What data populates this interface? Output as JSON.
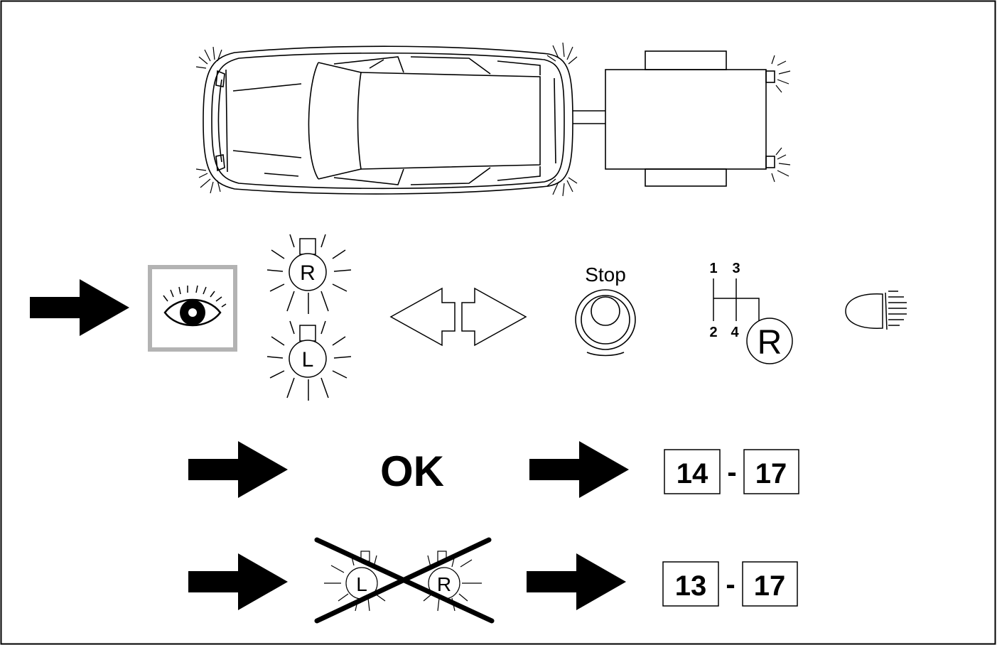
{
  "colors": {
    "ink": "#000000",
    "paper": "#ffffff",
    "eye_frame": "#b3b3b3"
  },
  "indicators": {
    "right_lamp_letter": "R",
    "left_lamp_letter": "L",
    "stop_label": "Stop"
  },
  "gear_pattern": {
    "top_left": "1",
    "top_right": "3",
    "bottom_left": "2",
    "bottom_right": "4",
    "reverse": "R"
  },
  "ok_row": {
    "result_text": "OK",
    "step_from": "14",
    "separator": "-",
    "step_to": "17"
  },
  "fail_row": {
    "left_lamp_letter": "L",
    "right_lamp_letter": "R",
    "step_from": "13",
    "separator": "-",
    "step_to": "17"
  },
  "icons": [
    "car-with-trailer-icon",
    "eye-check-icon",
    "turn-signal-arrows-icon",
    "stop-lamp-icon",
    "gear-shift-icon",
    "fog-lamp-icon",
    "pointer-arrow-icon"
  ]
}
